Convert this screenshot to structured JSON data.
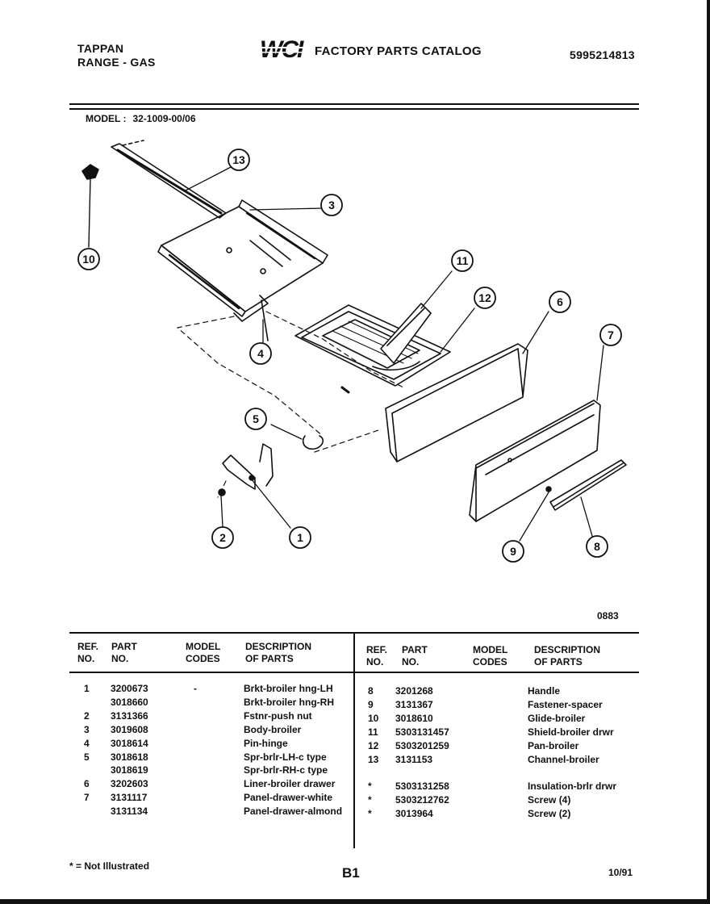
{
  "header": {
    "brand_line1": "TAPPAN",
    "brand_line2": "RANGE - GAS",
    "logo_text": "WCI",
    "catalog_title": "FACTORY PARTS CATALOG",
    "doc_number": "5995214813"
  },
  "model": {
    "label": "MODEL :",
    "value": "32-1009-00/06"
  },
  "diagram": {
    "code": "0883",
    "callouts": [
      "1",
      "2",
      "3",
      "4",
      "5",
      "6",
      "7",
      "8",
      "9",
      "10",
      "11",
      "12",
      "13"
    ]
  },
  "table": {
    "headers": {
      "ref": [
        "REF.",
        "NO."
      ],
      "part": [
        "PART",
        "NO."
      ],
      "model": [
        "MODEL",
        "CODES"
      ],
      "desc": [
        "DESCRIPTION",
        "OF PARTS"
      ]
    },
    "left_rows": [
      {
        "ref": "1",
        "part": "3200673",
        "model": "-",
        "desc": "Brkt-broiler hng-LH"
      },
      {
        "ref": "",
        "part": "3018660",
        "model": "",
        "desc": "Brkt-broiler hng-RH"
      },
      {
        "ref": "2",
        "part": "3131366",
        "model": "",
        "desc": "Fstnr-push nut"
      },
      {
        "ref": "3",
        "part": "3019608",
        "model": "",
        "desc": "Body-broiler"
      },
      {
        "ref": "4",
        "part": "3018614",
        "model": "",
        "desc": "Pin-hinge"
      },
      {
        "ref": "5",
        "part": "3018618",
        "model": "",
        "desc": "Spr-brlr-LH-c type"
      },
      {
        "ref": "",
        "part": "3018619",
        "model": "",
        "desc": "Spr-brlr-RH-c type"
      },
      {
        "ref": "6",
        "part": "3202603",
        "model": "",
        "desc": "Liner-broiler drawer"
      },
      {
        "ref": "7",
        "part": "3131117",
        "model": "",
        "desc": "Panel-drawer-white"
      },
      {
        "ref": "",
        "part": "3131134",
        "model": "",
        "desc": "Panel-drawer-almond"
      }
    ],
    "right_rows": [
      {
        "ref": "8",
        "part": "3201268",
        "model": "",
        "desc": "Handle"
      },
      {
        "ref": "9",
        "part": "3131367",
        "model": "",
        "desc": "Fastener-spacer"
      },
      {
        "ref": "10",
        "part": "3018610",
        "model": "",
        "desc": "Glide-broiler"
      },
      {
        "ref": "11",
        "part": "5303131457",
        "model": "",
        "desc": "Shield-broiler drwr"
      },
      {
        "ref": "12",
        "part": "5303201259",
        "model": "",
        "desc": "Pan-broiler"
      },
      {
        "ref": "13",
        "part": "3131153",
        "model": "",
        "desc": "Channel-broiler"
      },
      {
        "ref": "",
        "part": "",
        "model": "",
        "desc": ""
      },
      {
        "ref": "*",
        "part": "5303131258",
        "model": "",
        "desc": "Insulation-brlr drwr"
      },
      {
        "ref": "*",
        "part": "5303212762",
        "model": "",
        "desc": "Screw (4)"
      },
      {
        "ref": "*",
        "part": "3013964",
        "model": "",
        "desc": "Screw (2)"
      }
    ]
  },
  "footer": {
    "note": "* = Not Illustrated",
    "page": "B1",
    "date": "10/91"
  }
}
